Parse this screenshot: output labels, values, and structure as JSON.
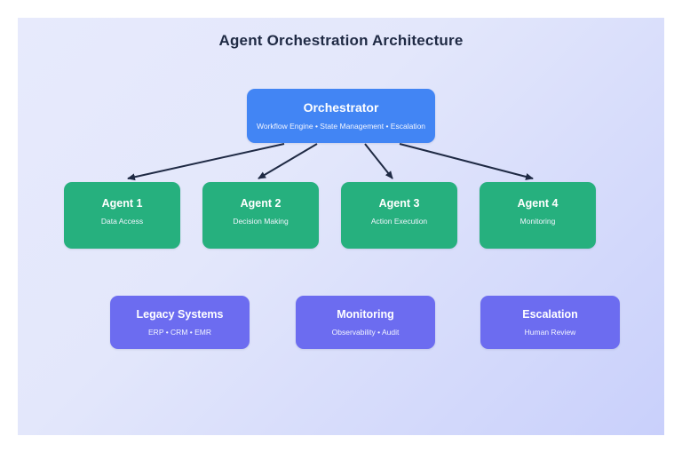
{
  "diagram": {
    "title": "Agent Orchestration Architecture",
    "background_color": "#e3e7fb",
    "title_color": "#1f2a44",
    "connector_color": "#1f2a44"
  },
  "orchestrator": {
    "title": "Orchestrator",
    "subtitle": "Workflow Engine • State Management • Escalation",
    "color": "#4285f4"
  },
  "agents": {
    "color": "#26b07e",
    "items": [
      {
        "title": "Agent 1",
        "subtitle": "Data Access"
      },
      {
        "title": "Agent 2",
        "subtitle": "Decision Making"
      },
      {
        "title": "Agent 3",
        "subtitle": "Action Execution"
      },
      {
        "title": "Agent 4",
        "subtitle": "Monitoring"
      }
    ]
  },
  "systems": {
    "color": "#6c6cf0",
    "items": [
      {
        "title": "Legacy Systems",
        "subtitle": "ERP • CRM • EMR"
      },
      {
        "title": "Monitoring",
        "subtitle": "Observability • Audit"
      },
      {
        "title": "Escalation",
        "subtitle": "Human Review"
      }
    ]
  },
  "connections": [
    {
      "from": "Orchestrator",
      "to": "Agent 1"
    },
    {
      "from": "Orchestrator",
      "to": "Agent 2"
    },
    {
      "from": "Orchestrator",
      "to": "Agent 3"
    },
    {
      "from": "Orchestrator",
      "to": "Agent 4"
    }
  ]
}
